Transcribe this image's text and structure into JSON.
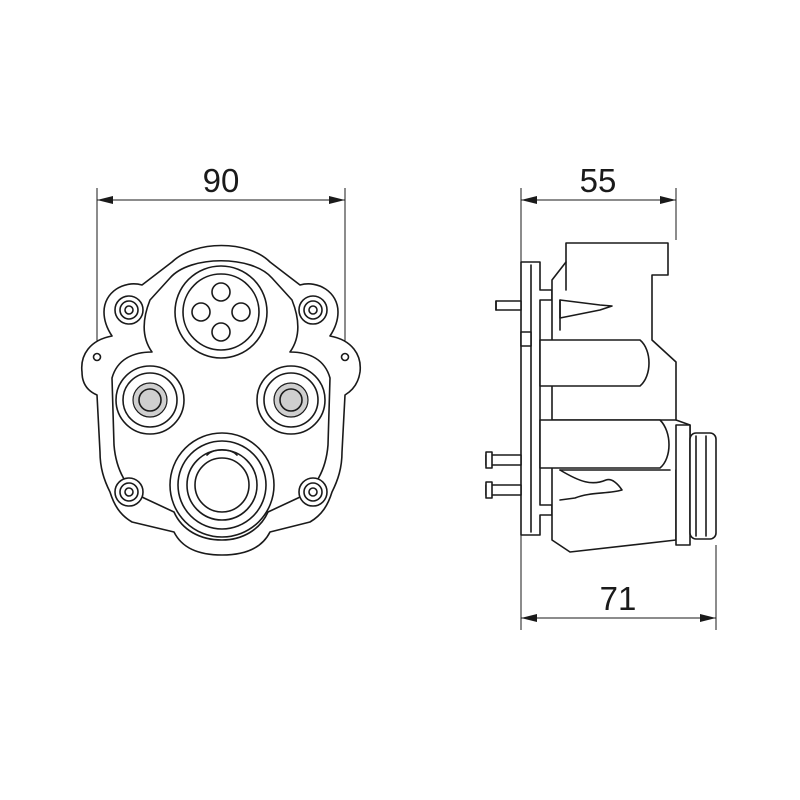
{
  "dimensions": {
    "front_width": "90",
    "side_depth": "55",
    "side_total": "71"
  }
}
